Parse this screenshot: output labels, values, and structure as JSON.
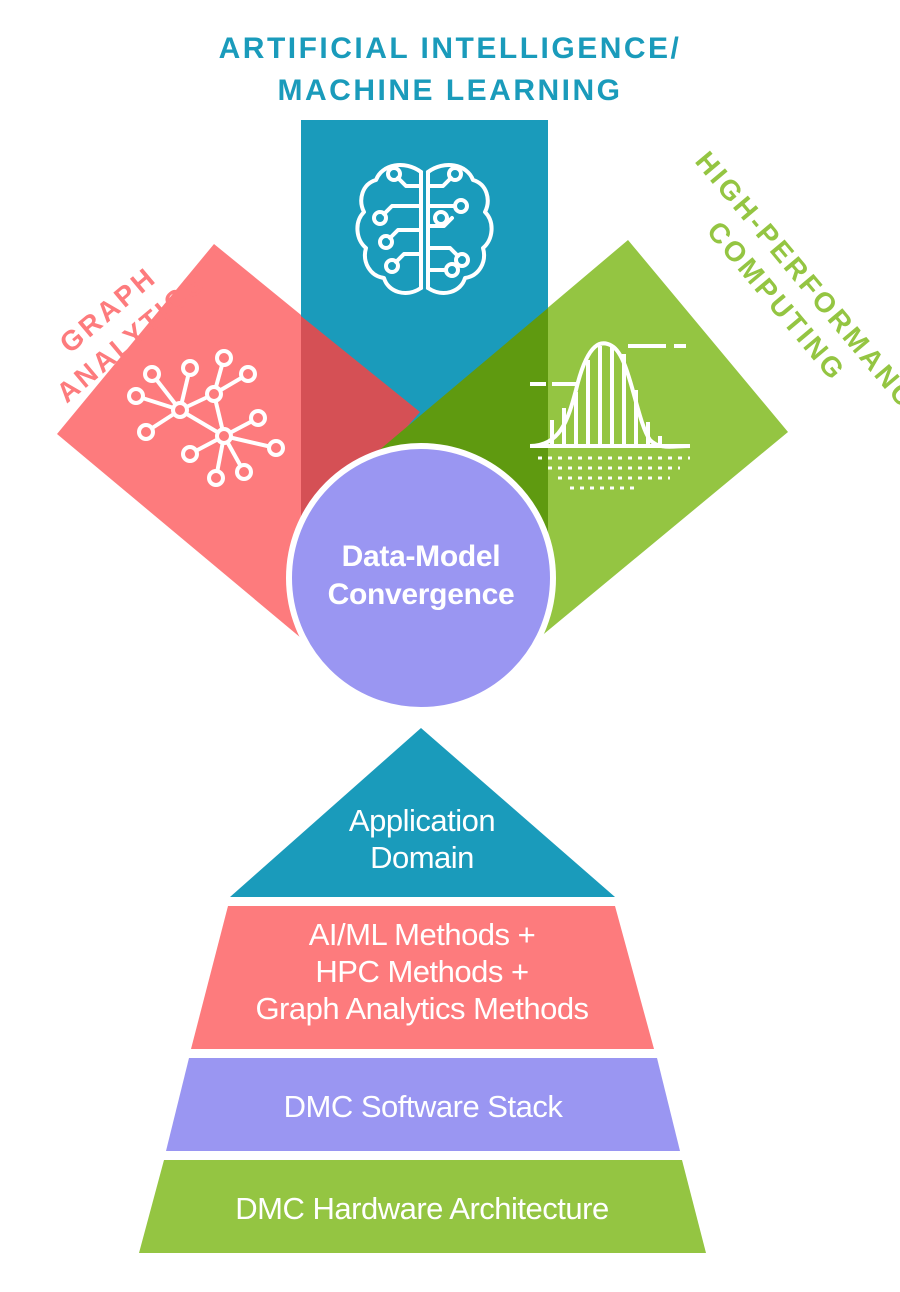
{
  "colors": {
    "teal": "#1a9bbb",
    "coral": "#fd7b7d",
    "green": "#94c542",
    "purple": "#9a96f2",
    "coral_overlap": "#d55055",
    "green_overlap": "#5f9a10",
    "white": "#ffffff"
  },
  "top": {
    "ai_label_line1": "ARTIFICIAL INTELLIGENCE/",
    "ai_label_line2": "MACHINE LEARNING",
    "graph_label_line1": "GRAPH",
    "graph_label_line2": "ANALYTICS",
    "hpc_label_line1": "HIGH-PERFORMANCE",
    "hpc_label_line2": "COMPUTING",
    "center_line1": "Data-Model",
    "center_line2": "Convergence",
    "icons": [
      "brain-circuit-icon",
      "network-graph-icon",
      "bell-curve-icon"
    ]
  },
  "pyramid": {
    "tier1_line1": "Application",
    "tier1_line2": "Domain",
    "tier2_line1": "AI/ML Methods +",
    "tier2_line2": "HPC Methods +",
    "tier2_line3": "Graph Analytics Methods",
    "tier3": "DMC Software Stack",
    "tier4": "DMC Hardware Architecture"
  }
}
